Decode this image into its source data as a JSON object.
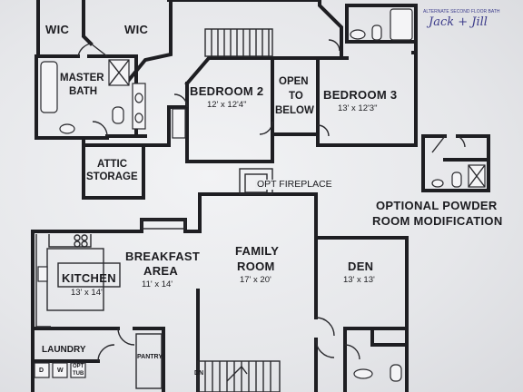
{
  "rooms": {
    "wic_left": {
      "name": "WIC"
    },
    "wic_right": {
      "name": "WIC"
    },
    "master_bath": {
      "name_line1": "MASTER",
      "name_line2": "BATH"
    },
    "bedroom2": {
      "name": "BEDROOM 2",
      "size": "12' x 12'4\""
    },
    "open_below": {
      "line1": "OPEN",
      "line2": "TO",
      "line3": "BELOW"
    },
    "bedroom3": {
      "name": "BEDROOM 3",
      "size": "13' x 12'3\""
    },
    "attic": {
      "line1": "ATTIC",
      "line2": "STORAGE"
    },
    "fireplace": {
      "text": "OPT FIREPLACE"
    },
    "family": {
      "line1": "FAMILY",
      "line2": "ROOM",
      "size": "17' x 20'"
    },
    "breakfast": {
      "line1": "BREAKFAST",
      "line2": "AREA",
      "size": "11' x 14'"
    },
    "kitchen": {
      "name": "KITCHEN",
      "size": "13' x 14'"
    },
    "den": {
      "name": "DEN",
      "size": "13' x 13'"
    },
    "laundry": {
      "name": "LAUNDRY",
      "d": "D",
      "w": "W",
      "opt": "OPT",
      "tub": "TUB"
    },
    "pantry": {
      "name": "PANTRY"
    },
    "stairs": {
      "dn": "DN"
    }
  },
  "optional": {
    "line1": "OPTIONAL POWDER",
    "line2": "ROOM MODIFICATION"
  },
  "handwritten": {
    "note_small": "ALTERNATE SECOND FLOOR BATH",
    "note_main": "Jack + Jill"
  }
}
